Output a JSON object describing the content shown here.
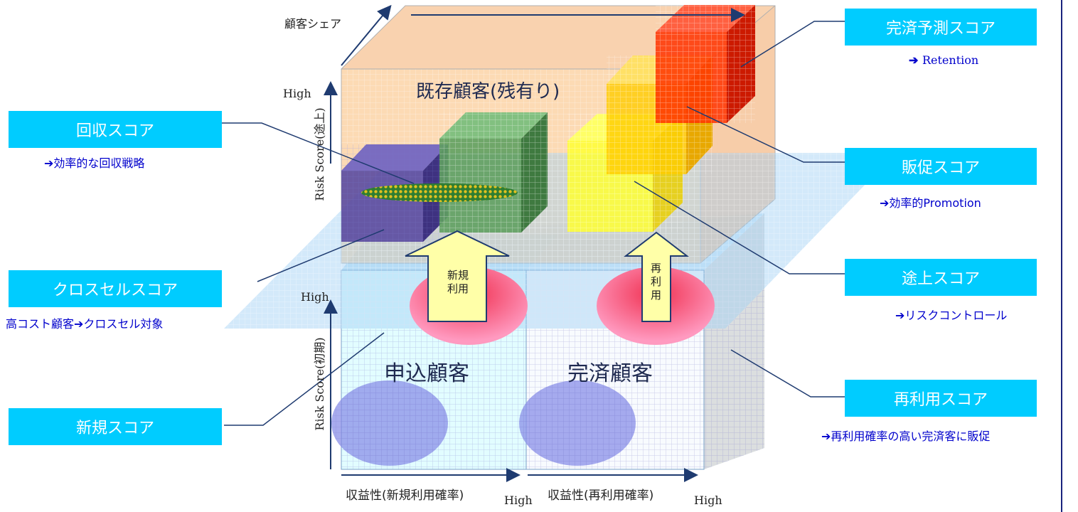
{
  "left_boxes": [
    {
      "title": "回収スコア",
      "desc": "効率的な回収戦略"
    },
    {
      "title": "クロスセルスコア",
      "desc_pre": "高コスト顧客",
      "desc": "クロスセル対象"
    },
    {
      "title": "新規スコア"
    }
  ],
  "right_boxes": [
    {
      "title": "完済予測スコア",
      "desc": "Retention"
    },
    {
      "title": "販促スコア",
      "desc": "効率的Promotion"
    },
    {
      "title": "途上スコア",
      "desc": "リスクコントロール"
    },
    {
      "title": "再利用スコア",
      "desc": "再利用確率の高い完済客に販促"
    }
  ],
  "labels": {
    "share_axis": "顧客シェア",
    "existing": "既存顧客(残有り)",
    "applicant": "申込顧客",
    "completed": "完済顧客",
    "new_use": "新規利用",
    "reuse": "再利用",
    "risk_upper": "Risk Score(途上)",
    "risk_initial": "Risk Score(初期)",
    "high": "High",
    "x_axis_left": "収益性(新規利用確率)",
    "x_axis_right": "収益性(再利用確率)"
  },
  "colors": {
    "box": "#00ccff",
    "desc_text": "#0000cc",
    "axis": "#1f3b70"
  }
}
